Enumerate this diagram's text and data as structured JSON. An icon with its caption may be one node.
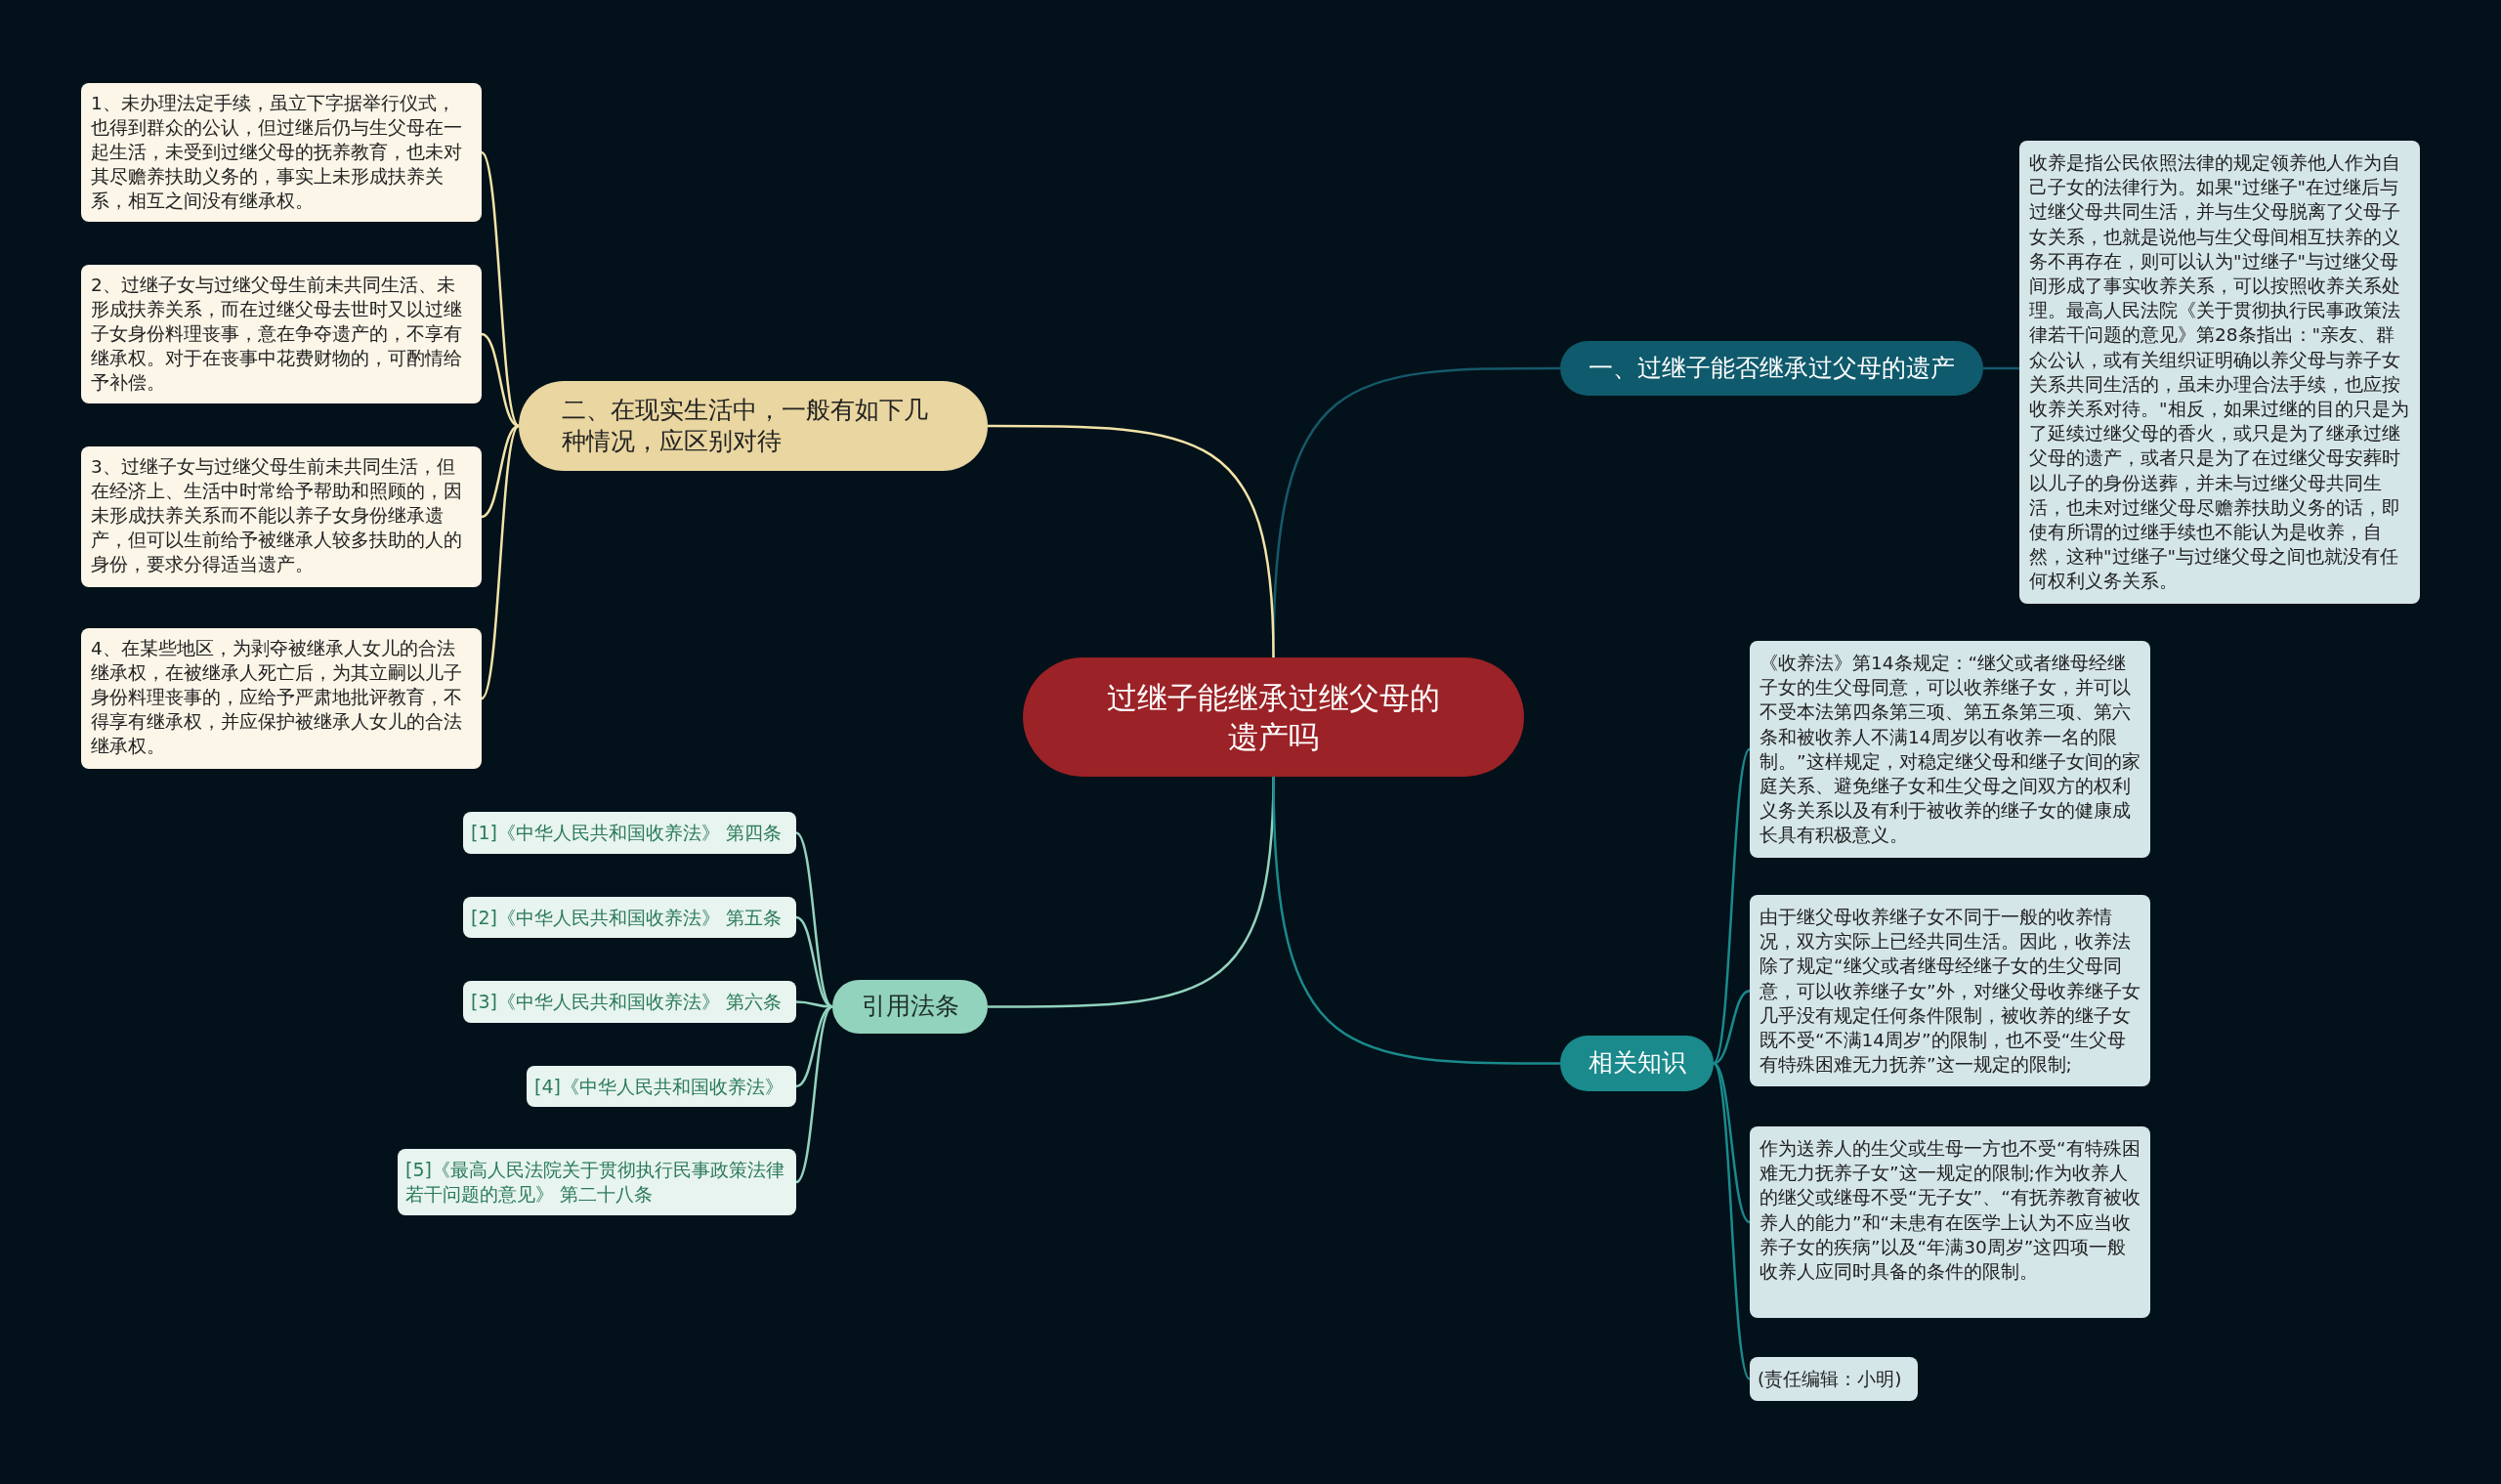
{
  "diagram": {
    "nodes": [
      {
        "text": [
          "过继子能继承过继父母的遗产吗"
        ]
      },
      {
        "text": [
          "一、过继子能否继承过父母的遗产"
        ]
      },
      {
        "text": [
          "收养是指公民依照法律的规定领养他人作为自己子女的法律行为。如果\"过继子\"在过继后与过继父母共同生活，并与生父母脱离了父母子女关系，也就是说他与生父母间相互扶养的义务不再存在，则可以认为\"过继子\"与过继父母间形成了事实收养关系，可以按照收养关系处理。最高人民法院《关于贯彻执行民事政策法律若干问题的意见》第28条指出：\"亲友、群众公认，或有关组织证明确以养父母与养子女关系共同生活的，虽未办理合法手续，也应按收养关系对待。\"相反，如果过继的目的只是为了延续过继父母的香火，或只是为了继承过继父母的遗产，或者只是为了在过继父母安葬时以儿子的身份送葬，并未与过继父母共同生活，也未对过继父母尽赡养扶助义务的话，即使有所谓的过继手续也不能认为是收养，自然，这种\"过继子\"与过继父母之间也就没有任何权利义务关系。"
        ]
      },
      {
        "text": [
          "二、在现实生活中，一般有如下几种情况，应区别对待"
        ]
      },
      {
        "text": [
          "1、未办理法定手续，虽立下字据举行仪式，也得到群众的公认，但过继后仍与生父母在一起生活，未受到过继父母的抚养教育，也未对其尽赡养扶助义务的，事实上未形成扶养关系，相互之间没有继承权。"
        ]
      },
      {
        "text": [
          "2、过继子女与过继父母生前未共同生活、未形成扶养关系，而在过继父母去世时又以过继子女身份料理丧事，意在争夺遗产的，不享有继承权。对于在丧事中花费财物的，可酌情给予补偿。"
        ]
      },
      {
        "text": [
          "3、过继子女与过继父母生前未共同生活，但在经济上、生活中时常给予帮助和照顾的，因未形成扶养关系而不能以养子女身份继承遗产，但可以生前给予被继承人较多扶助的人的身份，要求分得适当遗产。"
        ]
      },
      {
        "text": [
          "4、在某些地区，为剥夺被继承人女儿的合法继承权，在被继承人死亡后，为其立嗣以儿子身份料理丧事的，应给予严肃地批评教育，不得享有继承权，并应保护被继承人女儿的合法继承权。"
        ]
      },
      {
        "text": [
          "引用法条"
        ]
      },
      {
        "text": [
          "[1]《中华人民共和国收养法》 第四条"
        ]
      },
      {
        "text": [
          "[2]《中华人民共和国收养法》 第五条"
        ]
      },
      {
        "text": [
          "[3]《中华人民共和国收养法》 第六条"
        ]
      },
      {
        "text": [
          "[4]《中华人民共和国收养法》"
        ]
      },
      {
        "text": [
          "[5]《最高人民法院关于贯彻执行民事政策法律若干问题的意见》 第二十八条"
        ]
      },
      {
        "text": [
          "相关知识"
        ]
      },
      {
        "text": [
          "《收养法》第14条规定：“继父或者继母经继子女的生父母同意，可以收养继子女，并可以不受本法第四条第三项、第五条第三项、第六条和被收养人不满14周岁以有收养一名的限制。”这样规定，对稳定继父母和继子女间的家庭关系、避免继子女和生父母之间双方的权利义务关系以及有利于被收养的继子女的健康成长具有积极意义。"
        ]
      },
      {
        "text": [
          "由于继父母收养继子女不同于一般的收养情况，双方实际上已经共同生活。因此，收养法除了规定“继父或者继母经继子女的生父母同意，可以收养继子女”外，对继父母收养继子女几乎没有规定任何条件限制，被收养的继子女既不受“不满14周岁”的限制，也不受“生父母有特殊困难无力抚养”这一规定的限制;"
        ]
      },
      {
        "text": [
          "作为送养人的生父或生母一方也不受“有特殊困难无力抚养子女”这一规定的限制;作为收养人的继父或继母不受“无子女”、“有抚养教育被收养人的能力”和“未患有在医学上认为不应当收养子女的疾病”以及“年满30周岁”这四项一般收养人应同时具备的条件的限制。"
        ]
      },
      {
        "text": [
          "(责任编辑：小明)"
        ]
      }
    ],
    "edges": [
      {
        "from": 0,
        "to": 1,
        "arrow": "none",
        "color": "#15596a"
      },
      {
        "from": 1,
        "to": 2,
        "arrow": "none",
        "color": "#15596a"
      },
      {
        "from": 0,
        "to": 3,
        "arrow": "none",
        "color": "#f3e3a8"
      },
      {
        "from": 3,
        "to": 4,
        "arrow": "none",
        "color": "#f3e3a8"
      },
      {
        "from": 3,
        "to": 5,
        "arrow": "none",
        "color": "#f3e3a8"
      },
      {
        "from": 3,
        "to": 6,
        "arrow": "none",
        "color": "#f3e3a8"
      },
      {
        "from": 3,
        "to": 7,
        "arrow": "none",
        "color": "#f3e3a8"
      },
      {
        "from": 0,
        "to": 8,
        "arrow": "none",
        "color": "#92d3bd"
      },
      {
        "from": 8,
        "to": 9,
        "arrow": "none",
        "color": "#92d3bd"
      },
      {
        "from": 8,
        "to": 10,
        "arrow": "none",
        "color": "#92d3bd"
      },
      {
        "from": 8,
        "to": 11,
        "arrow": "none",
        "color": "#92d3bd"
      },
      {
        "from": 8,
        "to": 12,
        "arrow": "none",
        "color": "#92d3bd"
      },
      {
        "from": 8,
        "to": 13,
        "arrow": "none",
        "color": "#92d3bd"
      },
      {
        "from": 0,
        "to": 14,
        "arrow": "none",
        "color": "#1a8a8c"
      },
      {
        "from": 14,
        "to": 15,
        "arrow": "none",
        "color": "#1a8a8c"
      },
      {
        "from": 14,
        "to": 16,
        "arrow": "none",
        "color": "#1a8a8c"
      },
      {
        "from": 14,
        "to": 17,
        "arrow": "none",
        "color": "#1a8a8c"
      },
      {
        "from": 14,
        "to": 18,
        "arrow": "none",
        "color": "#1a8a8c"
      }
    ]
  }
}
